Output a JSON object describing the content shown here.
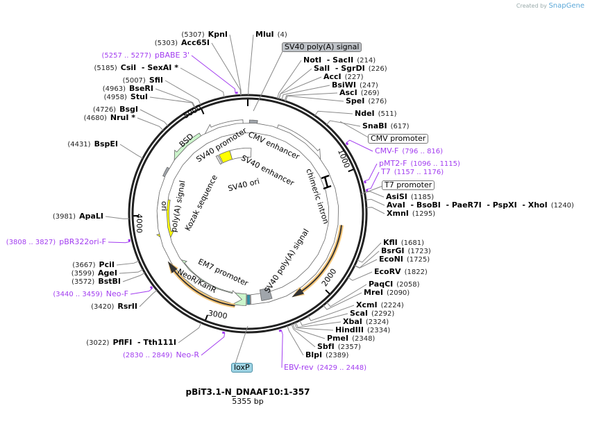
{
  "credit": {
    "prefix": "Created by",
    "brand": "SnapGene"
  },
  "plasmid": {
    "name": "pBiT3.1-N_DNAAF10:1-357",
    "length_label": "5355 bp",
    "length_bp": 5355
  },
  "ticks": [
    "1000",
    "2000",
    "3000",
    "4000",
    "5000"
  ],
  "sites": [
    {
      "name": "MluI",
      "pos": "(4)",
      "bp": 4
    },
    {
      "name": "NotI  - SacII",
      "pos": "(214)",
      "bp": 214
    },
    {
      "name": "SalI  - SgrDI",
      "pos": "(226)",
      "bp": 226
    },
    {
      "name": "AccI",
      "pos": "(227)",
      "bp": 227
    },
    {
      "name": "BsiWI",
      "pos": "(247)",
      "bp": 247
    },
    {
      "name": "AscI",
      "pos": "(269)",
      "bp": 269
    },
    {
      "name": "SpeI",
      "pos": "(276)",
      "bp": 276
    },
    {
      "name": "NdeI",
      "pos": "(511)",
      "bp": 511
    },
    {
      "name": "SnaBI",
      "pos": "(617)",
      "bp": 617
    },
    {
      "name": "AsiSI",
      "pos": "(1185)",
      "bp": 1185
    },
    {
      "name": "AvaI  - BsoBI  - PaeR7I  - PspXI  - XhoI",
      "pos": "(1240)",
      "bp": 1240
    },
    {
      "name": "XmnI",
      "pos": "(1295)",
      "bp": 1295
    },
    {
      "name": "KflI",
      "pos": "(1681)",
      "bp": 1681
    },
    {
      "name": "BsrGI",
      "pos": "(1723)",
      "bp": 1723
    },
    {
      "name": "EcoNI",
      "pos": "(1725)",
      "bp": 1725
    },
    {
      "name": "EcoRV",
      "pos": "(1822)",
      "bp": 1822
    },
    {
      "name": "PaqCI",
      "pos": "(2058)",
      "bp": 2058
    },
    {
      "name": "MreI",
      "pos": "(2090)",
      "bp": 2090
    },
    {
      "name": "XcmI",
      "pos": "(2224)",
      "bp": 2224
    },
    {
      "name": "ScaI",
      "pos": "(2292)",
      "bp": 2292
    },
    {
      "name": "XbaI",
      "pos": "(2324)",
      "bp": 2324
    },
    {
      "name": "HindIII",
      "pos": "(2334)",
      "bp": 2334
    },
    {
      "name": "PmeI",
      "pos": "(2348)",
      "bp": 2348
    },
    {
      "name": "SbfI",
      "pos": "(2357)",
      "bp": 2357
    },
    {
      "name": "BlpI",
      "pos": "(2389)",
      "bp": 2389
    },
    {
      "name": "PflFI  - Tth111I",
      "pos": "(3022)",
      "bp": 3022
    },
    {
      "name": "RsrII",
      "pos": "(3420)",
      "bp": 3420
    },
    {
      "name": "BstBI",
      "pos": "(3572)",
      "bp": 3572
    },
    {
      "name": "AgeI",
      "pos": "(3599)",
      "bp": 3599
    },
    {
      "name": "PciI",
      "pos": "(3667)",
      "bp": 3667
    },
    {
      "name": "ApaLI",
      "pos": "(3981)",
      "bp": 3981
    },
    {
      "name": "BspEI",
      "pos": "(4431)",
      "bp": 4431
    },
    {
      "name": "NruI *",
      "pos": "(4680)",
      "bp": 4680
    },
    {
      "name": "BsgI",
      "pos": "(4726)",
      "bp": 4726
    },
    {
      "name": "StuI",
      "pos": "(4958)",
      "bp": 4958
    },
    {
      "name": "BseRI",
      "pos": "(4963)",
      "bp": 4963
    },
    {
      "name": "SfiI",
      "pos": "(5007)",
      "bp": 5007
    },
    {
      "name": "CsiI  - SexAI *",
      "pos": "(5185)",
      "bp": 5185
    },
    {
      "name": "Acc65I",
      "pos": "(5303)",
      "bp": 5303
    },
    {
      "name": "KpnI",
      "pos": "(5307)",
      "bp": 5307
    }
  ],
  "primers": [
    {
      "name": "CMV-F",
      "range": "(796 .. 816)",
      "bp": 806
    },
    {
      "name": "pMT2-F",
      "range": "(1096 .. 1115)",
      "bp": 1105
    },
    {
      "name": "T7",
      "range": "(1157 .. 1176)",
      "bp": 1166
    },
    {
      "name": "EBV-rev",
      "range": "(2429 .. 2448)",
      "bp": 2438
    },
    {
      "name": "Neo-R",
      "range": "(2830 .. 2849)",
      "bp": 2840
    },
    {
      "name": "Neo-F",
      "range": "(3440 .. 3459)",
      "bp": 3450
    },
    {
      "name": "pBR322ori-F",
      "range": "(3808 .. 3827)",
      "bp": 3818
    },
    {
      "name": "pBABE 3'",
      "range": "(5257 .. 5277)",
      "bp": 5267
    }
  ],
  "boxed_features": [
    {
      "name": "SV40 poly(A) signal",
      "style": "gray"
    },
    {
      "name": "CMV promoter",
      "style": "white"
    },
    {
      "name": "T7 promoter",
      "style": "white"
    },
    {
      "name": "loxP",
      "style": "teal"
    }
  ],
  "features": {
    "cmv_enhancer": "CMV enhancer",
    "chimeric_intron": "chimeric intron",
    "sv40_promoter": "SV40 promoter",
    "bsd": "BSD",
    "sv40_enhancer": "SV40 enhancer",
    "sv40_ori": "SV40 ori",
    "kozak": "Kozak sequence",
    "polya": "poly(A) signal",
    "ori": "ori",
    "sv40_polya": "SV40 poly(A) signal",
    "em7": "EM7 promoter",
    "neor": "NeoR/KanR"
  },
  "colors": {
    "primer": "#a23cf0",
    "marker_green": "#ccf5cc",
    "ori_yellow": "#ffff00",
    "orf_orange": "#f7c77a",
    "gray_feature": "#a0a5ab",
    "lox_teal": "#2f8fa8"
  }
}
